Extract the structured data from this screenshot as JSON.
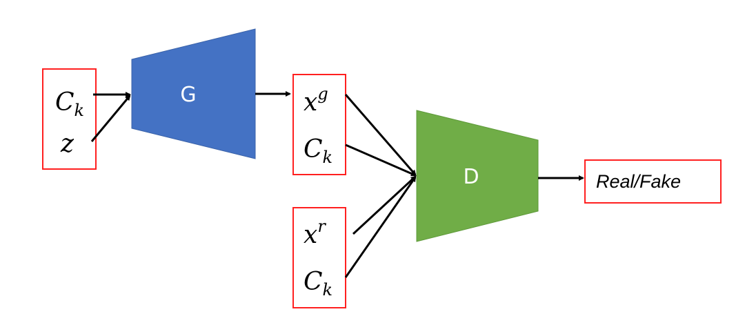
{
  "colors": {
    "generator": "#4472c4",
    "discriminator": "#70ad47",
    "box_border": "#ff1f1f",
    "arrow": "#000000"
  },
  "generator": {
    "label": "G"
  },
  "discriminator": {
    "label": "D"
  },
  "input_box": {
    "items": [
      {
        "base": "C",
        "sub": "k"
      },
      {
        "base": "z"
      }
    ]
  },
  "generated_box": {
    "items": [
      {
        "base": "x",
        "sup": "g"
      },
      {
        "base": "C",
        "sub": "k"
      }
    ]
  },
  "real_box": {
    "items": [
      {
        "base": "x",
        "sup": "r"
      },
      {
        "base": "C",
        "sub": "k"
      }
    ]
  },
  "output_box": {
    "label": "Real/Fake"
  }
}
